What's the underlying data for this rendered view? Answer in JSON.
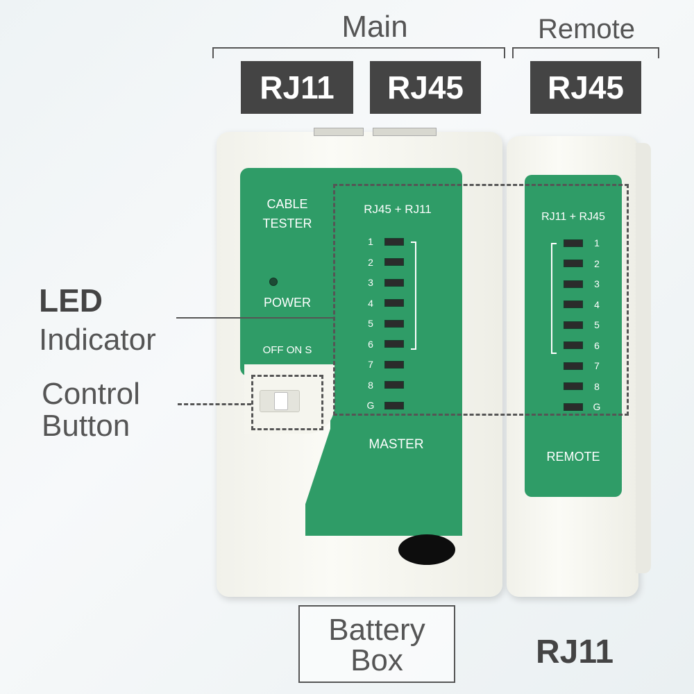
{
  "header": {
    "main_label": "Main",
    "remote_label": "Remote",
    "ports": [
      {
        "label": "RJ11"
      },
      {
        "label": "RJ45"
      },
      {
        "label": "RJ45"
      }
    ]
  },
  "master": {
    "brand_line1": "CABLE",
    "brand_line2": "TESTER",
    "power_label": "POWER",
    "switch_label": "OFF ON S",
    "led_header": "RJ45 + RJ11",
    "leds": [
      "1",
      "2",
      "3",
      "4",
      "5",
      "6",
      "7",
      "8",
      "G"
    ],
    "name": "MASTER"
  },
  "remote": {
    "led_header": "RJ11 + RJ45",
    "leds": [
      "1",
      "2",
      "3",
      "4",
      "5",
      "6",
      "7",
      "8",
      "G"
    ],
    "name": "REMOTE"
  },
  "callouts": {
    "led_line1": "LED",
    "led_line2": "Indicator",
    "control_line1": "Control",
    "control_line2": "Button",
    "battery_line1": "Battery",
    "battery_line2": "Box",
    "bottom_port": "RJ11"
  },
  "colors": {
    "panel_green": "#2f9c67",
    "badge_bg": "#444444",
    "body_cream": "#f7f7f0"
  }
}
